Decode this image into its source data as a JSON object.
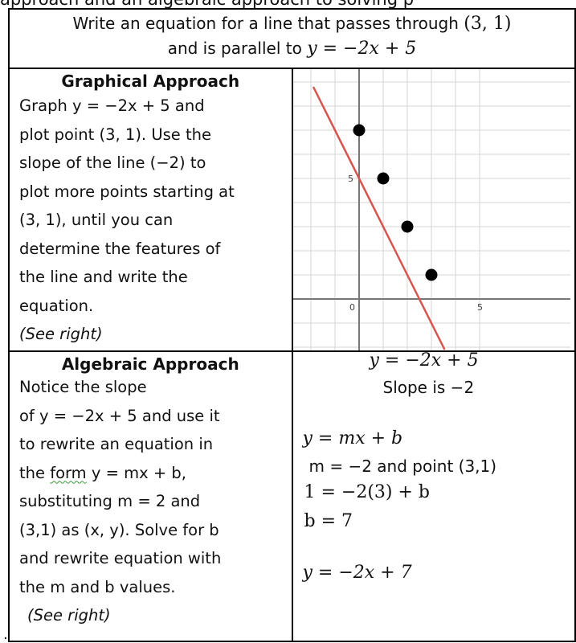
{
  "cut_top_text": "approach and an algebraic approach to solving p",
  "side_dot": ".",
  "title": {
    "line1_prefix": "Write an equation for a line that passes through ",
    "line1_point": "(3, 1)",
    "line2_prefix": "and is parallel to ",
    "line2_equation": "y = −2x + 5"
  },
  "graphical": {
    "heading": "Graphical Approach",
    "lines": [
      "Graph y = −2x + 5 and",
      "plot point (3, 1). Use the",
      "slope of the line (−2) to",
      "plot more points starting at",
      "(3, 1), until you can",
      "determine the features of",
      "the line and write the",
      "equation."
    ],
    "see_right": "(See right)"
  },
  "graph": {
    "x_tick_labels": [
      "0",
      "5"
    ],
    "y_tick_labels": [
      "5"
    ],
    "line_equation": "y = -2x + 5",
    "line_color": "#d9534f",
    "points": [
      {
        "x": 0,
        "y": 7
      },
      {
        "x": 1,
        "y": 5
      },
      {
        "x": 2,
        "y": 3
      },
      {
        "x": 3,
        "y": 1
      }
    ]
  },
  "algebraic": {
    "heading": "Algebraic Approach",
    "line1": "Notice the slope",
    "line2": "of y = −2x + 5 and use it",
    "line3": "to rewrite an equation in",
    "line4_prefix": "the ",
    "line4_form": "form",
    "line4_eq": " y = mx + b,",
    "line5": "substituting m = 2 and",
    "line6": "(3,1) as (x, y). Solve for b",
    "line7": "and rewrite equation with",
    "line8": "the m and b values.",
    "see_right": "(See right)"
  },
  "solution": {
    "top_eq": "y = −2x + 5",
    "slope_text": "Slope is −2",
    "form": "y = mx + b",
    "sub": "m = −2 and point (3,1)",
    "plug": "1 = −2(3) + b",
    "b": "b = 7",
    "final": "y = −2x + 7"
  }
}
